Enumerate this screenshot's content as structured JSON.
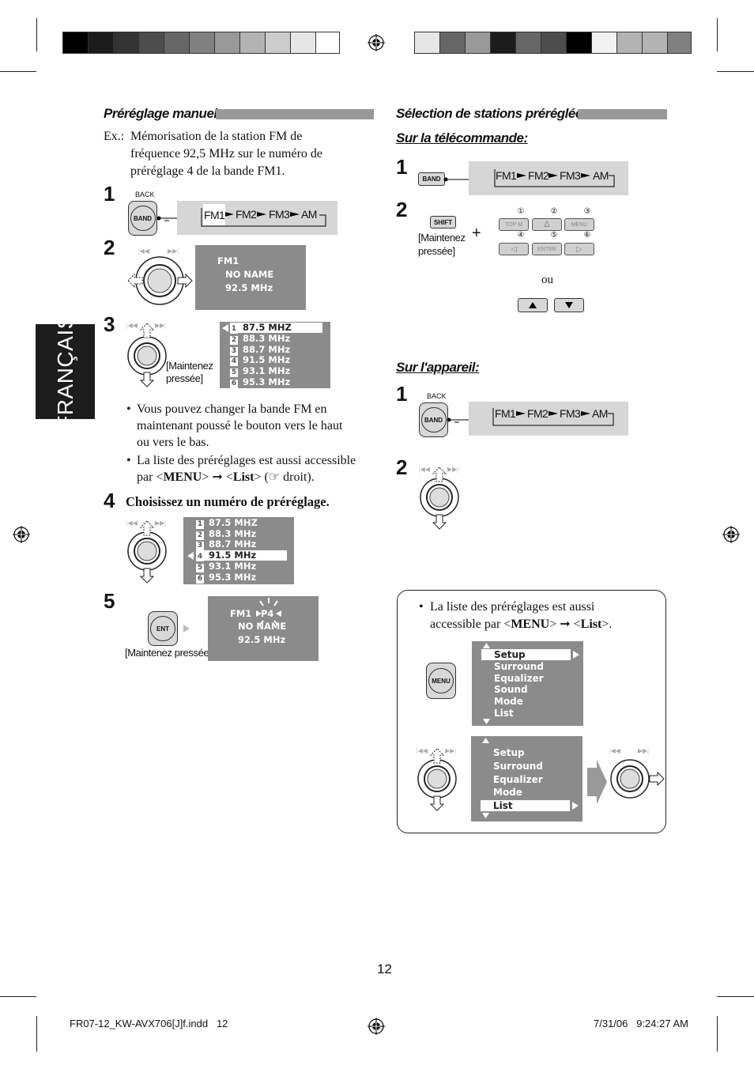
{
  "side_tab": "FRANÇAIS",
  "left": {
    "title": "Préréglage manuel",
    "intro_prefix": "Ex.:",
    "intro_lines": [
      "Mémorisation de la station FM de",
      "fréquence 92,5 MHz sur le numéro de",
      "préréglage 4 de la bande FM1."
    ],
    "step1": {
      "num": "1",
      "back": "BACK",
      "band_btn": "BAND",
      "bands": [
        "FM1",
        "FM2",
        "FM3",
        "AM"
      ]
    },
    "step2": {
      "num": "2",
      "lcd": [
        "FM1",
        "NO NAME",
        "92.5  MHz"
      ]
    },
    "step3": {
      "num": "3",
      "hold": [
        "[Maintenez",
        "pressée]"
      ],
      "presets": [
        {
          "n": "1",
          "f": "87.5 MHZ"
        },
        {
          "n": "2",
          "f": "88.3 MHz"
        },
        {
          "n": "3",
          "f": "88.7 MHz"
        },
        {
          "n": "4",
          "f": "91.5 MHz"
        },
        {
          "n": "5",
          "f": "93.1 MHz"
        },
        {
          "n": "6",
          "f": "95.3 MHz"
        }
      ]
    },
    "bullets": [
      [
        "Vous pouvez changer la bande FM en",
        "maintenant poussé le bouton vers le haut",
        "ou vers le bas."
      ],
      [
        "La liste des préréglages est aussi accessible"
      ]
    ],
    "bullet2_line2": {
      "pre": "par <",
      "menu": "MENU",
      "mid": "> ",
      "arrow": "➞",
      "lt": " <",
      "list": "List",
      "post": "> (☞ droit)."
    },
    "step4": {
      "num": "4",
      "text": "Choisissez un numéro de préréglage.",
      "presets": [
        {
          "n": "1",
          "f": "87.5 MHZ"
        },
        {
          "n": "2",
          "f": "88.3 MHz"
        },
        {
          "n": "3",
          "f": "88.7 MHz"
        },
        {
          "n": "4",
          "f": "91.5 MHz"
        },
        {
          "n": "5",
          "f": "93.1 MHz"
        },
        {
          "n": "6",
          "f": "95.3 MHz"
        }
      ]
    },
    "step5": {
      "num": "5",
      "ent": "ENT",
      "hold": "[Maintenez pressée]",
      "lcd_band": "FM1",
      "lcd_preset": "P4",
      "lcd_name": "NO NAME",
      "lcd_freq": "92.5  MHz"
    }
  },
  "right": {
    "title": "Sélection de stations préréglées",
    "remote_title": "Sur la télécommande:",
    "r_step1": {
      "num": "1",
      "band_btn": "BAND",
      "bands": [
        "FM1",
        "FM2",
        "FM3",
        "AM"
      ]
    },
    "r_step2": {
      "num": "2",
      "shift": "SHIFT",
      "hold": [
        "[Maintenez",
        "pressée]"
      ],
      "plus": "+",
      "circled": [
        "①",
        "②",
        "③",
        "④",
        "⑤",
        "⑥"
      ],
      "keys": [
        "TOP M",
        "∆",
        "MENU",
        "◁",
        "ENTER",
        "▷"
      ],
      "or": "ou"
    },
    "device_title": "Sur l'appareil:",
    "d_step1": {
      "num": "1",
      "back": "BACK",
      "band_btn": "BAND",
      "bands": [
        "FM1",
        "FM2",
        "FM3",
        "AM"
      ]
    },
    "d_step2": {
      "num": "2"
    },
    "box": {
      "line1": "La liste des préréglages est aussi",
      "line2": {
        "pre": "accessible par <",
        "menu": "MENU",
        "mid": "> ",
        "arrow": "➞",
        "lt": " <",
        "list": "List",
        "post": ">."
      },
      "menu_btn": "MENU",
      "menu1": [
        "Setup",
        "Surround",
        "Equalizer",
        "Sound",
        "Mode",
        "List"
      ],
      "menu2": [
        "Setup",
        "Surround",
        "Equalizer",
        "Mode",
        "List"
      ]
    }
  },
  "page_number": "12",
  "footer_left": "FR07-12_KW-AVX706[J]f.indd   12",
  "footer_right": "7/31/06   9:24:27 AM"
}
